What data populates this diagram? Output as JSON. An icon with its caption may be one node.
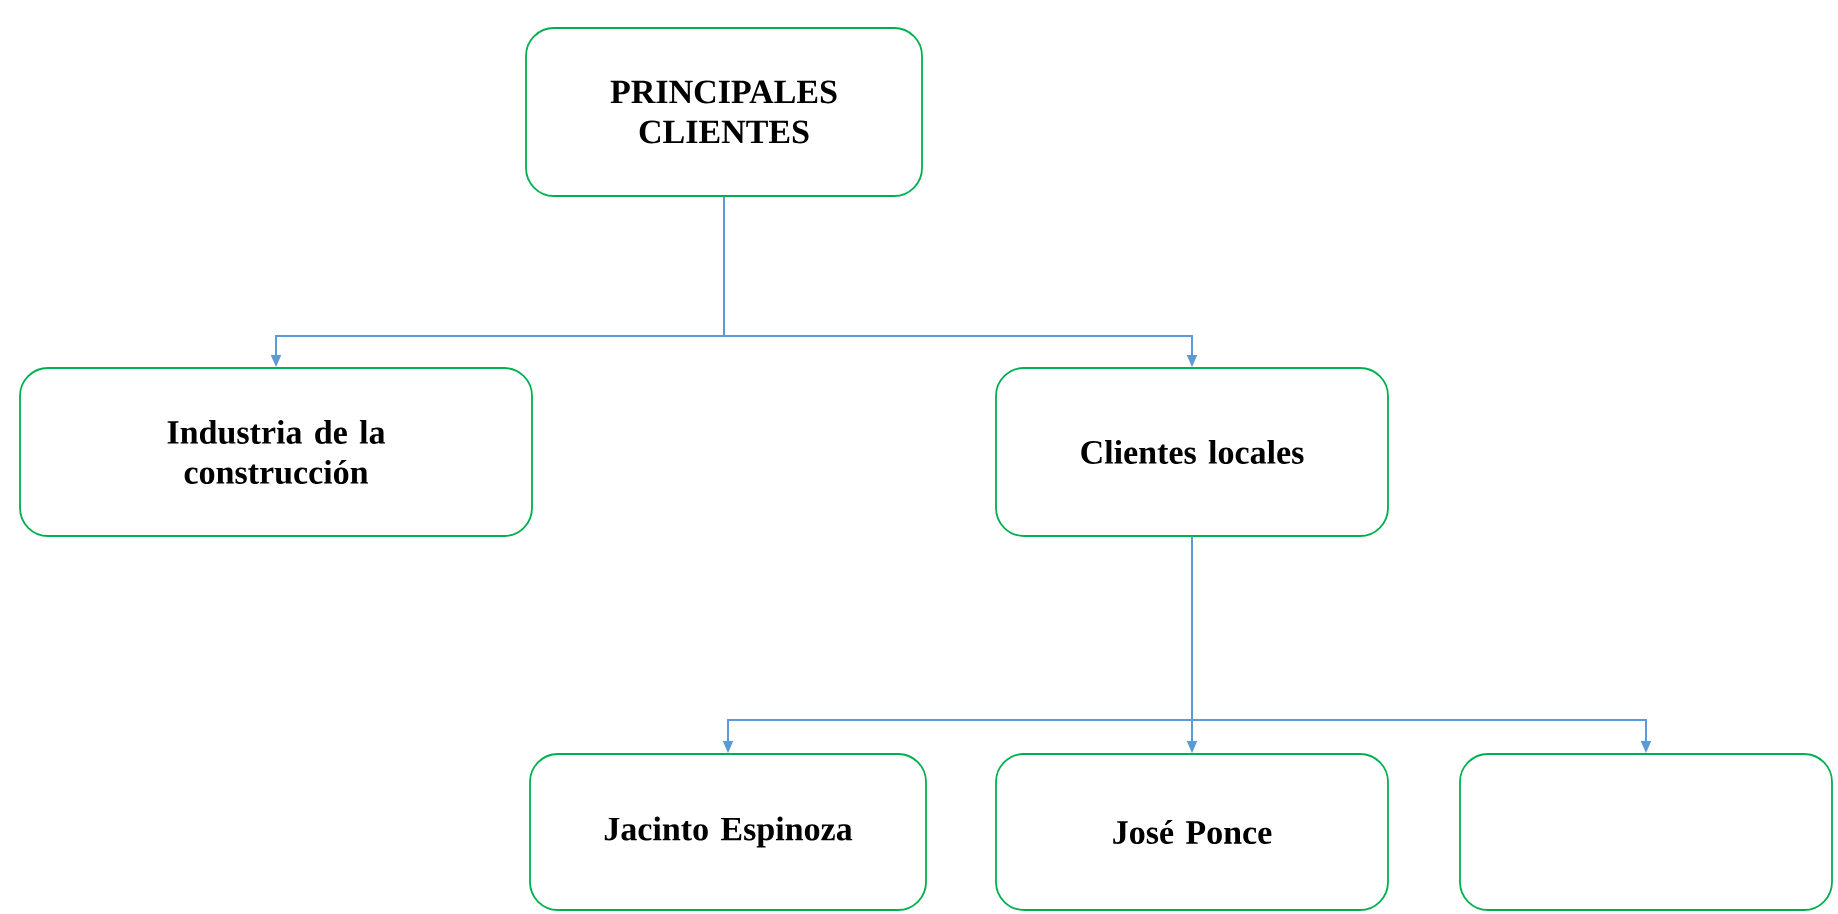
{
  "diagram": {
    "nodes": [
      {
        "text": [
          "PRINCIPALES CLIENTES"
        ]
      },
      {
        "text": [
          "Industria de la construcción"
        ]
      },
      {
        "text": [
          "Clientes locales"
        ]
      },
      {
        "text": [
          "Jacinto Espinoza"
        ]
      },
      {
        "text": [
          "José Ponce"
        ]
      },
      {
        "text": [],
        "shape": "box"
      }
    ],
    "edges": [
      {
        "from": 0,
        "to": 1,
        "arrow": "to"
      },
      {
        "from": 0,
        "to": 2,
        "arrow": "to"
      },
      {
        "from": 2,
        "to": 3,
        "arrow": "to"
      },
      {
        "from": 2,
        "to": 4,
        "arrow": "to"
      },
      {
        "from": 2,
        "to": 5,
        "arrow": "to"
      }
    ]
  }
}
